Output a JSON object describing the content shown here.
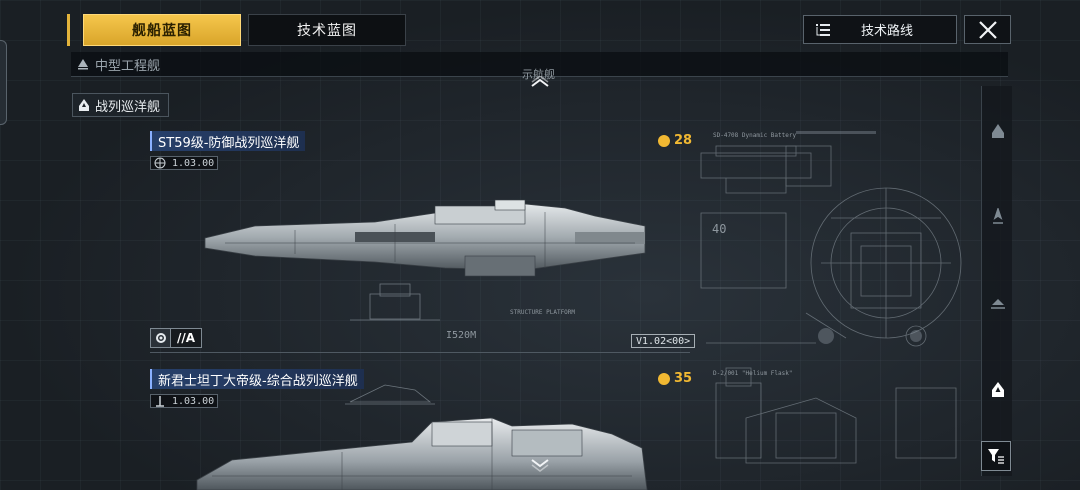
{
  "tabs": {
    "ship_blueprint": "舰船蓝图",
    "tech_blueprint": "技术蓝图"
  },
  "toolbar": {
    "tech_route_label": "技术路线",
    "close_icon": "close-icon",
    "tech_route_icon": "list-icon"
  },
  "categories": {
    "collapsed": "中型工程舰",
    "current": "战列巡洋舰",
    "partial_heading": "示航舰"
  },
  "ships": [
    {
      "name": "ST59级-防御战列巡洋舰",
      "version": "1.03.00",
      "cost": "28",
      "role_class": "//A",
      "version_code": "V1.02<00>"
    },
    {
      "name": "新君士坦丁大帝级-综合战列巡洋舰",
      "version": "1.03.00",
      "cost": "35"
    }
  ],
  "blueprint_notes": {
    "label_1": "SD-4708 Dynamic Battery",
    "label_2": "D-2/001 \"Helium Flask\"",
    "label_3": "STRUCTURE PLATFORM",
    "label_4": "I520M",
    "label_5": "40"
  },
  "right_nav": {
    "items": [
      "frigate-icon",
      "destroyer-icon",
      "cruiser-icon",
      "battlecruiser-icon"
    ],
    "active_index": 3,
    "filter_icon": "filter-icon"
  },
  "colors": {
    "accent": "#e3b33b",
    "cost": "#f1b832",
    "title_bg": "#27406b"
  }
}
